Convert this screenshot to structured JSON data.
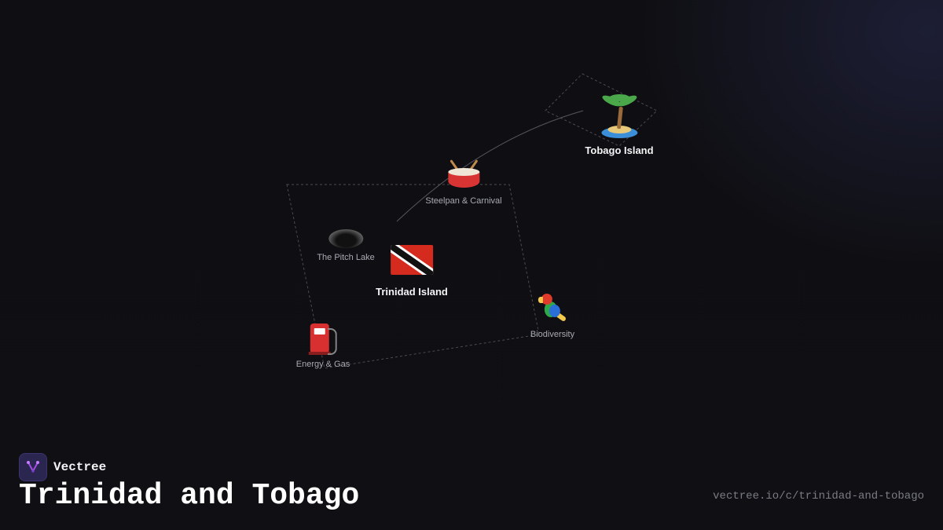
{
  "brand": {
    "name": "Vectree",
    "icon": "vectree-logo-icon"
  },
  "page": {
    "title": "Trinidad and Tobago",
    "url": "vectree.io/c/trinidad-and-tobago"
  },
  "nodes": {
    "tobago": {
      "label": "Tobago Island",
      "icon": "palm-island-icon"
    },
    "steelpan": {
      "label": "Steelpan & Carnival",
      "icon": "drum-icon"
    },
    "pitch_lake": {
      "label": "The Pitch Lake",
      "icon": "hole-icon"
    },
    "trinidad": {
      "label": "Trinidad Island",
      "icon": "trinidad-tobago-flag-icon"
    },
    "biodiversity": {
      "label": "Biodiversity",
      "icon": "parrot-icon"
    },
    "energy": {
      "label": "Energy & Gas",
      "icon": "fuel-pump-icon"
    }
  },
  "colors": {
    "background": "#0f0f13",
    "edge": "#4a4a52",
    "logo_bg": "#2a2650",
    "logo_accent": "#a24de0"
  }
}
